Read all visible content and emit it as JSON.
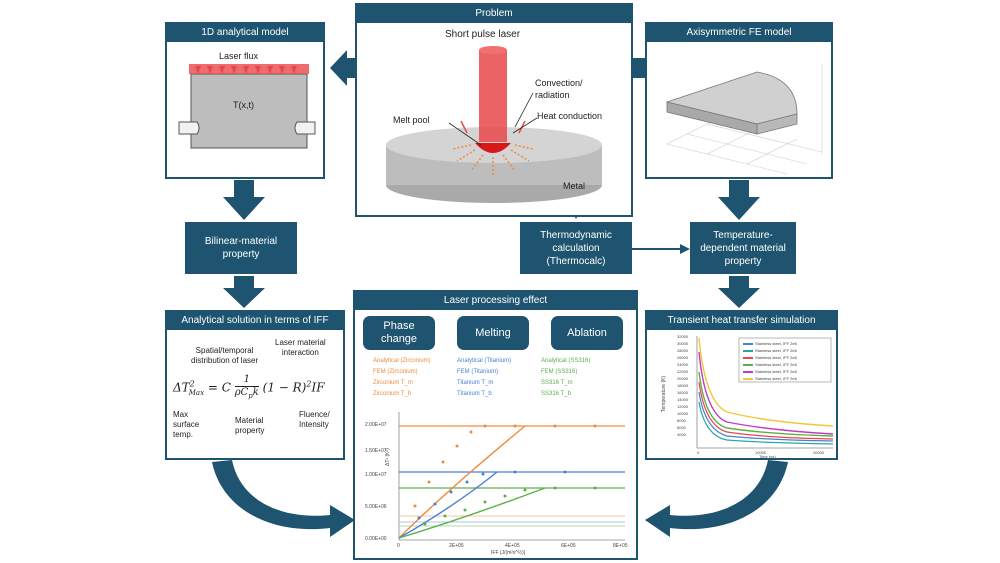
{
  "colors": {
    "accent": "#1e5470",
    "laser": "#e8484a",
    "metal": "#bdbdbd",
    "orange": "#f08a3c",
    "blue": "#4a7fd6",
    "green": "#5cb04a",
    "purple": "#c23cc2",
    "yellow": "#f2c73a"
  },
  "problem": {
    "title": "Problem",
    "short_pulse_laser": "Short pulse laser",
    "convection": "Convection/\nradiation",
    "melt_pool": "Melt pool",
    "heat_conduction": "Heat conduction",
    "metal": "Metal"
  },
  "analytical": {
    "title": "1D analytical model",
    "laser_flux": "Laser flux",
    "temp": "T(x,t)"
  },
  "fe": {
    "title": "Axisymmetric FE model"
  },
  "boxes": {
    "bilinear": "Bilinear-material\nproperty",
    "thermo": "Thermodynamic\ncalculation\n(Thermocalc)",
    "temp_dep": "Temperature-\ndependent material\nproperty"
  },
  "solution": {
    "title": "Analytical solution in terms of IFF",
    "spatial": "Spatial/temporal\ndistribution of laser",
    "laser_material": "Laser material\ninteraction",
    "max_surface": "Max\nsurface\ntemp.",
    "material_property": "Material\nproperty",
    "fluence": "Fluence/\nIntensity"
  },
  "effect": {
    "title": "Laser processing effect",
    "phase": "Phase\nchange",
    "melting": "Melting",
    "ablation": "Ablation",
    "legend": [
      "Analytical (Zirconium)",
      "Analytical (Titanium)",
      "Analytical (SS316)",
      "FEM (Zirconium)",
      "FEM (Titanium)",
      "FEM (SS316)",
      "Zirconium T_m",
      "Titanium T_m",
      "SS316 T_m",
      "Zirconium T_b",
      "Titanium T_b",
      "SS316 T_b"
    ],
    "yticks": [
      "0.00E+00",
      "5.00E+06",
      "1.00E+07",
      "1.50E+07",
      "2.00E+07"
    ],
    "xticks": [
      "0",
      "2E+05",
      "4E+05",
      "6E+05",
      "8E+05"
    ],
    "ylabel": "ΔT² (K²)",
    "xlabel": "IFF (J/(m²s^½))"
  },
  "transient": {
    "title": "Transient heat transfer simulation",
    "ylabel": "Temperature (K)",
    "xlabel": "Time (ns)",
    "yticks": [
      "32000",
      "30000",
      "28000",
      "26000",
      "24000",
      "22000",
      "20000",
      "18000",
      "16000",
      "14000",
      "12000",
      "10000",
      "8000",
      "6000",
      "4000"
    ],
    "xticks": [
      "0",
      "10000",
      "20000"
    ],
    "legend": [
      "Stainless steel, IFF 2e6",
      "Stainless steel, IFF 2e6",
      "Stainless steel, IFF 2e6",
      "Stainless steel, IFF 2e6",
      "Stainless steel, IFF 2e6",
      "Stainless steel, IFF 2e6"
    ]
  }
}
